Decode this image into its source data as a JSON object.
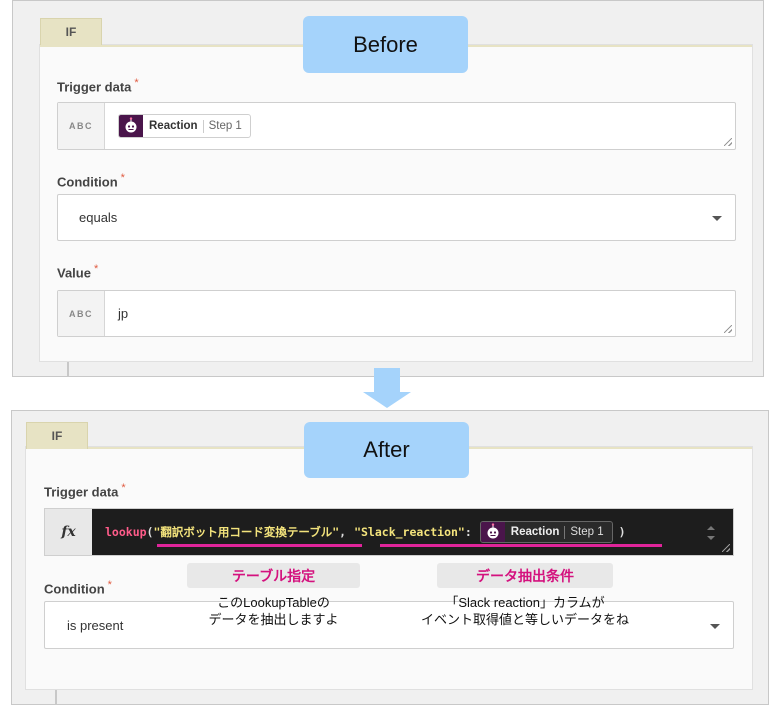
{
  "before": {
    "tab": "IF",
    "callout": "Before",
    "trigger": {
      "label": "Trigger data",
      "type_badge": "ABC",
      "pill_name": "Reaction",
      "pill_step": "Step 1",
      "pill_icon": "slack-bot-icon"
    },
    "condition": {
      "label": "Condition",
      "value": "equals"
    },
    "value": {
      "label": "Value",
      "type_badge": "ABC",
      "value": "jp"
    },
    "required_mark": "*"
  },
  "after": {
    "tab": "IF",
    "callout": "After",
    "trigger": {
      "label": "Trigger data",
      "fx": "fx",
      "code": {
        "fn": "lookup",
        "open": "(",
        "arg1": "\"翻訳ボット用コード変換テーブル\"",
        "comma": ",",
        "arg2": "\"Slack_reaction\"",
        "colon": ":",
        "close": ")"
      },
      "pill_name": "Reaction",
      "pill_step": "Step 1"
    },
    "condition": {
      "label": "Condition",
      "value": "is present"
    },
    "required_mark": "*",
    "notes": [
      {
        "tag": "テーブル指定",
        "line1": "このLookupTableの",
        "line2": "データを抽出しますよ"
      },
      {
        "tag": "データ抽出条件",
        "line1": "「Slack reaction」カラムが",
        "line2": "イベント取得値と等しいデータをね"
      }
    ]
  },
  "colors": {
    "callout": "#a5d3fb",
    "highlight": "#e0249a",
    "slack": "#4a154b",
    "tab": "#e7e3c4"
  }
}
